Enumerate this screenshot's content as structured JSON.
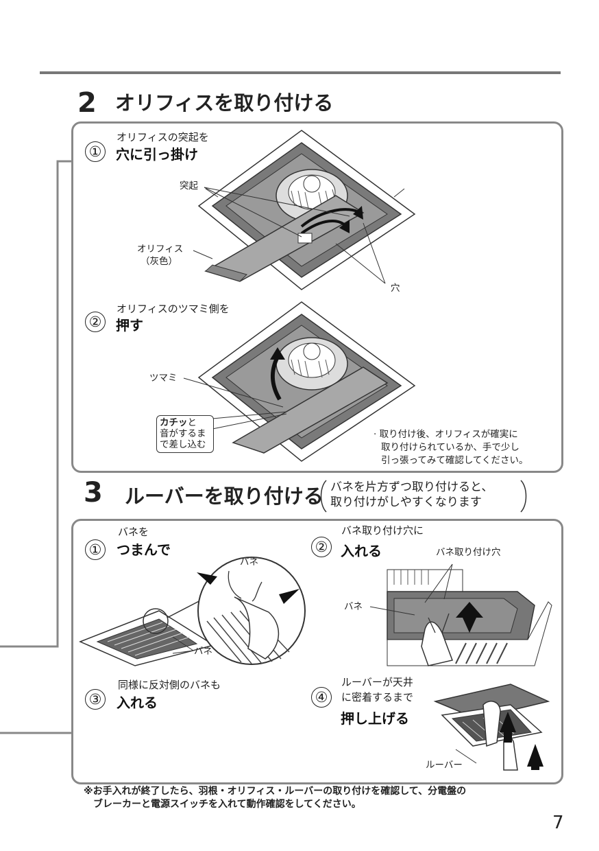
{
  "section2": {
    "number": "2",
    "title": "オリフィスを取り付ける",
    "steps": [
      {
        "num": "①",
        "line1": "オリフィスの突起を",
        "line2": "穴に引っ掛け"
      },
      {
        "num": "②",
        "line1": "オリフィスのツマミ側を",
        "line2": "押す"
      }
    ],
    "labels": {
      "protrusion": "突起",
      "orifice": "オリフィス",
      "orifice_color": "（灰色）",
      "hole": "穴",
      "knob": "ツマミ"
    },
    "callout": {
      "bold": "カチッ",
      "line1_rest": "と",
      "line2": "音がするま",
      "line3": "で差し込む"
    },
    "note": [
      "· 取り付け後、オリフィスが確実に",
      "取り付けられているか、手で少し",
      "引っ張ってみて確認してください。"
    ]
  },
  "section3": {
    "number": "3",
    "title": "ルーバーを取り付ける",
    "aside": [
      "バネを片方ずつ取り付けると、",
      "取り付けがしやすくなります"
    ],
    "steps": [
      {
        "num": "①",
        "line1": "バネを",
        "line2": "つまんで"
      },
      {
        "num": "②",
        "line1": "バネ取り付け穴に",
        "line2": "入れる"
      },
      {
        "num": "③",
        "line1": "同様に反対側のバネも",
        "line2": "入れる"
      },
      {
        "num": "④",
        "line1": "ルーバーが天井",
        "line2": "に密着するまで",
        "line3": "押し上げる"
      }
    ],
    "labels": {
      "spring": "バネ",
      "spring_hole": "バネ取り付け穴",
      "louver": "ルーバー"
    }
  },
  "footer": [
    "※お手入れが終了したら、羽根・オリフィス・ルーバーの取り付けを確認して、分電盤の",
    "ブレーカーと電源スイッチを入れて動作確認をしてください。"
  ],
  "page_number": "7"
}
